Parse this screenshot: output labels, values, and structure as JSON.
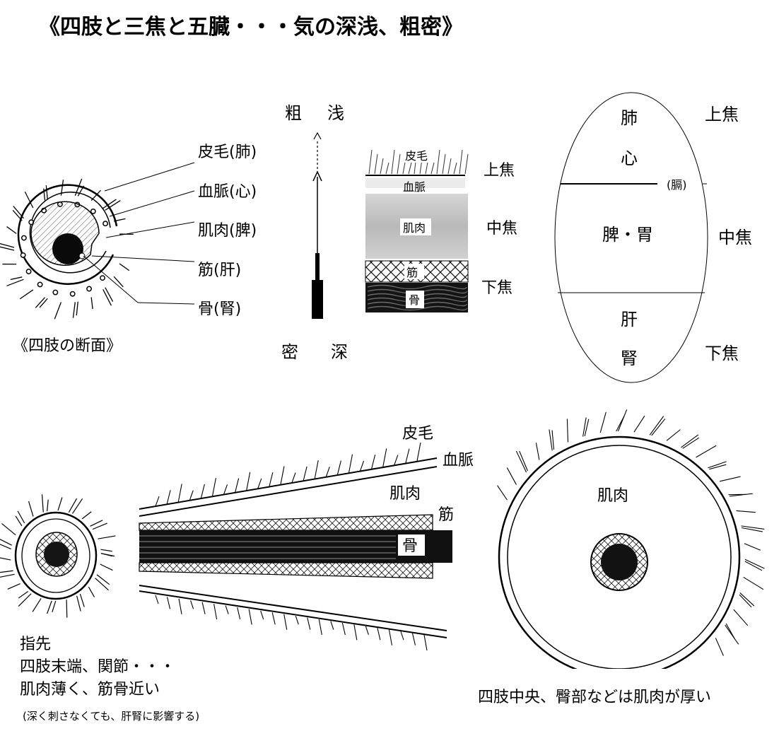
{
  "title": "《四肢と三焦と五臓・・・気の深浅、粗密》",
  "cross_section": {
    "caption": "《四肢の断面》",
    "labels": [
      "皮毛(肺)",
      "血脈(心)",
      "肌肉(脾)",
      "筋(肝)",
      "骨(腎)"
    ]
  },
  "depth_axis": {
    "top": [
      "粗",
      "浅"
    ],
    "bottom": [
      "密",
      "深"
    ]
  },
  "layers": {
    "items": [
      "皮毛",
      "血脈",
      "肌肉",
      "筋",
      "骨"
    ],
    "burners": [
      "上焦",
      "中焦",
      "下焦"
    ]
  },
  "body_oval": {
    "upper": [
      "肺",
      "心"
    ],
    "diaphragm": "(膈)",
    "middle": "脾・胃",
    "lower": [
      "肝",
      "腎"
    ],
    "burners": [
      "上焦",
      "中焦",
      "下焦"
    ]
  },
  "limb_longitudinal": {
    "labels": [
      "皮毛",
      "血脈",
      "肌肉",
      "筋",
      "骨"
    ]
  },
  "fingertip": {
    "lines": [
      "指先",
      "四肢末端、関節・・・",
      "肌肉薄く、筋骨近い"
    ],
    "note": "(深く刺さなくても、肝腎に影響する)"
  },
  "thick_limb": {
    "muscle_label": "肌肉",
    "caption": "四肢中央、臀部などは肌肉が厚い"
  }
}
